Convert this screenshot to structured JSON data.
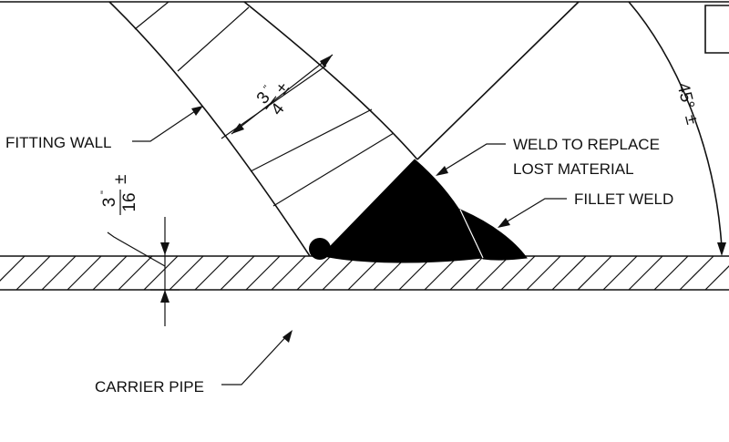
{
  "labels": {
    "fitting_wall": "FITTING WALL",
    "weld_to_replace_line1": "WELD TO REPLACE",
    "weld_to_replace_line2": "LOST MATERIAL",
    "fillet_weld": "FILLET WELD",
    "carrier_pipe": "CARRIER PIPE"
  },
  "dimensions": {
    "wall_thickness": {
      "numerator": "3",
      "denominator": "4",
      "unit": "\"",
      "tolerance": "±"
    },
    "gap": {
      "numerator": "3",
      "denominator": "16",
      "unit": "\"",
      "tolerance": "±"
    },
    "angle": {
      "value": "45°",
      "tolerance": "±"
    }
  }
}
